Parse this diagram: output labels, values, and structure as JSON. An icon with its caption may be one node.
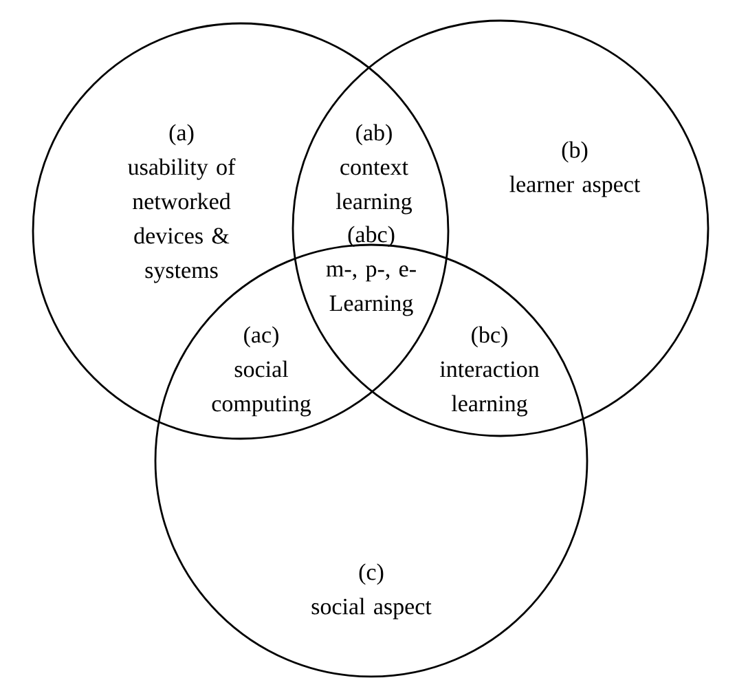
{
  "diagram": {
    "nodes": [
      {
        "text": [
          "(a)",
          "usability of networked devices & systems"
        ]
      },
      {
        "text": [
          "(b)",
          "learner aspect"
        ]
      },
      {
        "text": [
          "(c)",
          "social aspect"
        ]
      }
    ],
    "labels": [
      "(ab)",
      "context learning",
      "(abc)",
      "m-, p-, e- Learning",
      "(ac)",
      "social computing",
      "(bc)",
      "interaction learning"
    ]
  }
}
